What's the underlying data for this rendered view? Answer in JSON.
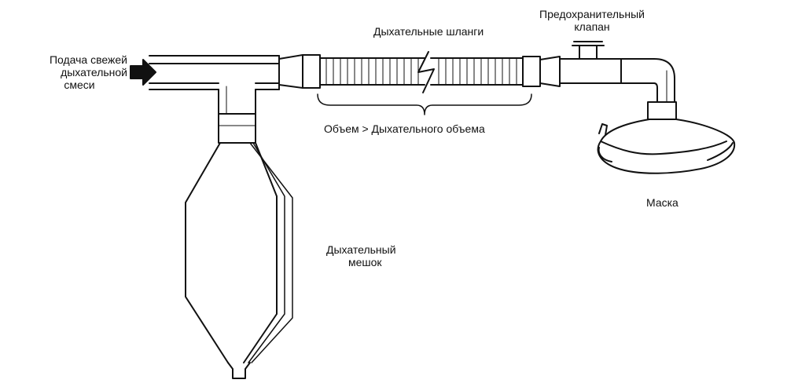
{
  "diagram": {
    "labels": {
      "fresh_gas_inlet": [
        "Подача свежей",
        "дыхательной",
        "смеси"
      ],
      "breathing_hoses": "Дыхательные шланги",
      "relief_valve": [
        "Предохранительный",
        "клапан"
      ],
      "volume_note": "Объем > Дыхательного объема",
      "mask": "Маска",
      "breathing_bag": [
        "Дыхательный",
        "мешок"
      ]
    },
    "colors": {
      "line": "#111111",
      "background": "#ffffff"
    }
  }
}
